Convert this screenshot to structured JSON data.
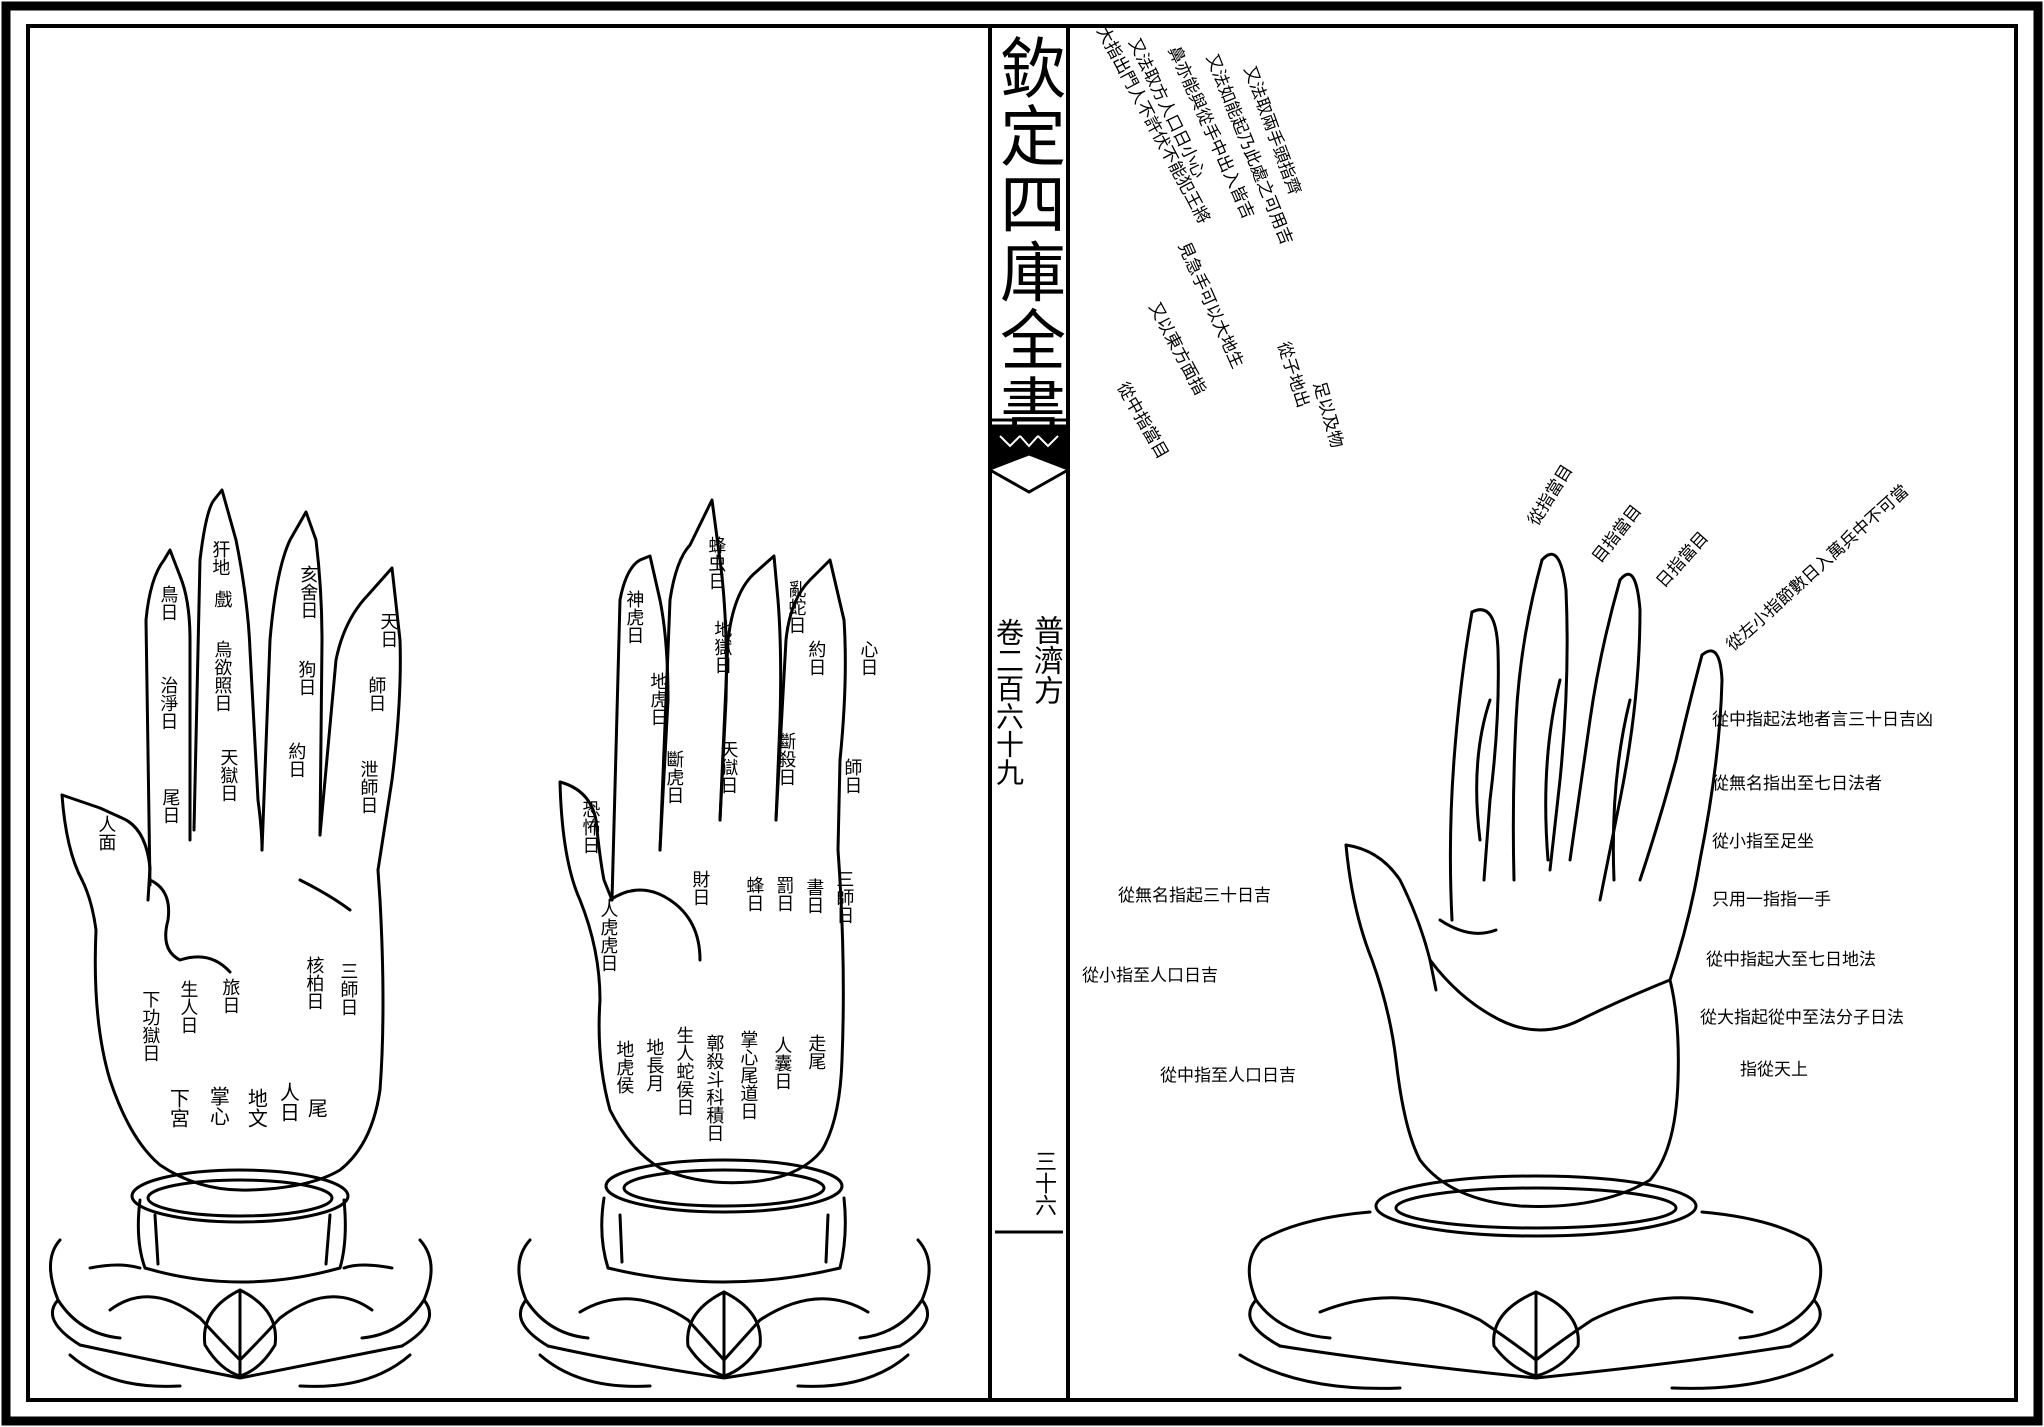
{
  "spine": {
    "title": "欽定四庫全書",
    "book": "普濟方",
    "volume": "卷二百六十九",
    "folio": "三十六"
  },
  "left_page": {
    "hand_one_labels": [
      "鳥日",
      "治淨日",
      "尾日",
      "人面",
      "犴地",
      "戲",
      "烏欲照日",
      "天獄日",
      "亥舍日",
      "狗日",
      "約日",
      "天日",
      "師日",
      "泄師日",
      "生人日",
      "旅日",
      "下功獄日",
      "三師日",
      "核柏日",
      "下宮",
      "掌心",
      "地文",
      "人日",
      "尾"
    ],
    "hand_two_labels": [
      "神虎日",
      "地虎日",
      "斷虎日",
      "蜂虫日",
      "地獄日",
      "天獄日",
      "亂蛇日",
      "約日",
      "斷殺日",
      "心日",
      "師日",
      "恐怖日",
      "人虎虎日",
      "財日",
      "蜂日",
      "罰日",
      "書日",
      "三師日",
      "地虎侯",
      "地長月",
      "生人蛇侯日",
      "鄣殺斗科積日",
      "掌心尾道日",
      "人囊日",
      "走尾"
    ]
  },
  "right_page": {
    "fan_lines": [
      "大指出門人不許伏不能犯王將",
      "又法取方人口日小心",
      "鼻亦能與從手中出入皆吉",
      "又法如能起乃此處之可用吉",
      "又法取兩手頭指齊",
      "見急手可以大地生",
      "又以東方面指",
      "從中指當目",
      "從子地出",
      "足以及物"
    ],
    "finger_tips": [
      "從指當目",
      "目指當目",
      "日指當目",
      "從左小指節數日入萬兵中不可當"
    ],
    "left_lines": [
      "從無名指起三十日吉",
      "從小指至人口日吉",
      "從中指至人口日吉"
    ],
    "right_lines": [
      "從中指起法地者言三十日吉凶",
      "從無名指出至七日法者",
      "從小指至足坐",
      "只用一指指一手",
      "從中指起大至七日地法",
      "從大指起從中至法分子日法",
      "指從天上"
    ]
  }
}
